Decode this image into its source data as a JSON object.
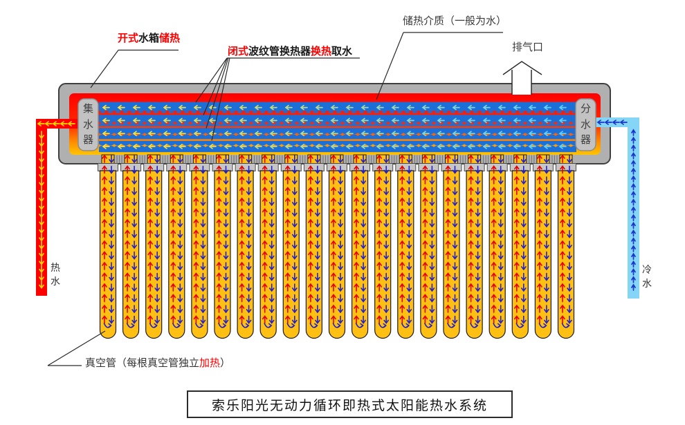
{
  "title": "索乐阳光无动力循环即热式太阳能热水系统",
  "labels": {
    "open_tank": {
      "meaning": "open water tank heat storage",
      "parts": [
        {
          "text": "开式",
          "color": "#ff0000"
        },
        {
          "text": "水箱",
          "color": "#1a1a1a"
        },
        {
          "text": "储热",
          "color": "#ff0000"
        }
      ]
    },
    "heat_exchanger": {
      "meaning": "closed corrugated-pipe heat exchanger draws hot water",
      "parts": [
        {
          "text": "闭式",
          "color": "#ff0000"
        },
        {
          "text": "波纹管换热器",
          "color": "#1a1a1a"
        },
        {
          "text": "换热",
          "color": "#ff0000"
        },
        {
          "text": "取水",
          "color": "#1a1a1a"
        }
      ]
    },
    "storage_medium": {
      "text": "储热介质（一般为水）"
    },
    "exhaust_port": {
      "text": "排气口"
    },
    "vacuum_tube": {
      "meaning": "vacuum tubes, each heats independently",
      "parts": [
        {
          "text": "真空管（每根真空管独立",
          "color": "#333333"
        },
        {
          "text": "加热",
          "color": "#ff0000"
        },
        {
          "text": "）",
          "color": "#333333"
        }
      ]
    },
    "hot_water": {
      "text": "热水"
    },
    "cold_water": {
      "text": "冷水"
    },
    "collector": {
      "text": "集水器"
    },
    "distributor": {
      "text": "分水器"
    }
  },
  "diagram": {
    "vacuum_tube_count": 21,
    "exchanger_coil_rows": 4,
    "coil_flow_direction": "left",
    "hot_pipe_flow": "down",
    "cold_pipe_flow": "up",
    "tube_flow": "up-and-down"
  },
  "colors": {
    "tank_shell": "#b0b0b0",
    "tank_shell_stroke": "#3f3f3f",
    "tank_hot_top": "#ff0000",
    "tank_mid": "#ff8a00",
    "tank_warm_bottom": "#ffc400",
    "coil_tube": "#1d6fd8",
    "coil_arrow_hot": "#ffdf35",
    "coil_arrow_cold": "#5cd0ff",
    "vacuum_tube_fill": "#ffc013",
    "vacuum_tube_stroke": "#1a1a1a",
    "collar_fill": "#c6c6c6",
    "tube_arrow_up": "#e60000",
    "tube_arrow_down": "#2222cc",
    "hot_pipe": "#ff0000",
    "hot_pipe_arrow": "#ffd800",
    "cold_pipe": "#85d6f6",
    "cold_pipe_arrow": "#1a35cc",
    "header_box_fill": "#c2c2c2",
    "header_box_stroke": "#8c8c8c",
    "line": "#2a2a2a"
  }
}
